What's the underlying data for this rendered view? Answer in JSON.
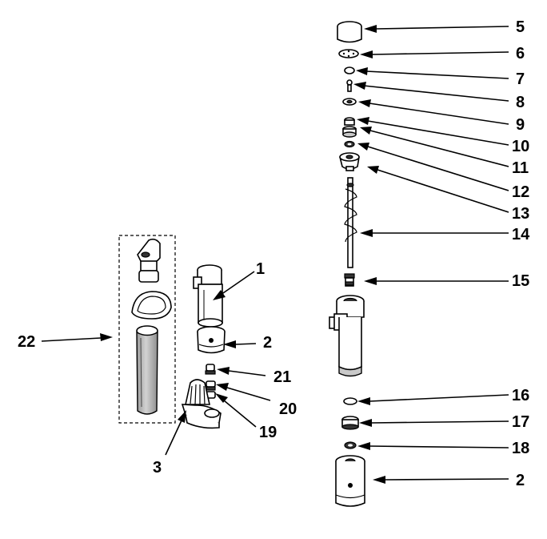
{
  "callouts": {
    "c1": "1",
    "c2a": "2",
    "c2b": "2",
    "c3": "3",
    "c5": "5",
    "c6": "6",
    "c7": "7",
    "c8": "8",
    "c9": "9",
    "c10": "10",
    "c11": "11",
    "c12": "12",
    "c13": "13",
    "c14": "14",
    "c15": "15",
    "c16": "16",
    "c17": "17",
    "c18": "18",
    "c19": "19",
    "c20": "20",
    "c21": "21",
    "c22": "22"
  }
}
